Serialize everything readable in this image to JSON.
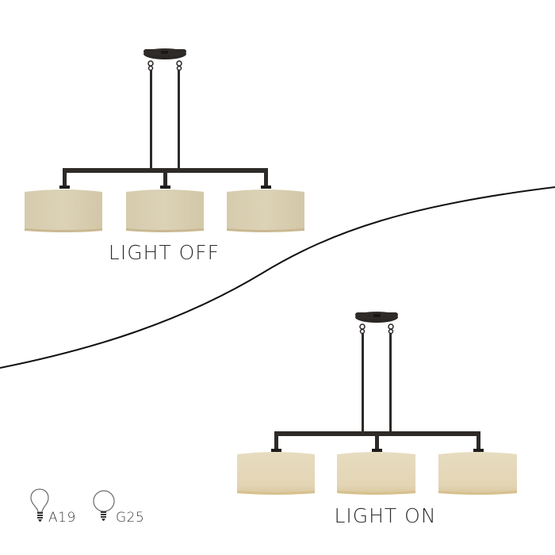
{
  "captions": {
    "light_off": "LIGHT OFF",
    "light_on": "LIGHT ON"
  },
  "bulb_types": [
    {
      "label": "A19",
      "icon": "a19-bulb-icon"
    },
    {
      "label": "G25",
      "icon": "g25-bulb-icon"
    }
  ],
  "fixture": {
    "shade_count": 3,
    "finish_color": "#2e2a27",
    "shade_color_off": "#d8cdb0",
    "shade_color_on": "#e6d9bb"
  },
  "divider": {
    "color": "#111111"
  }
}
